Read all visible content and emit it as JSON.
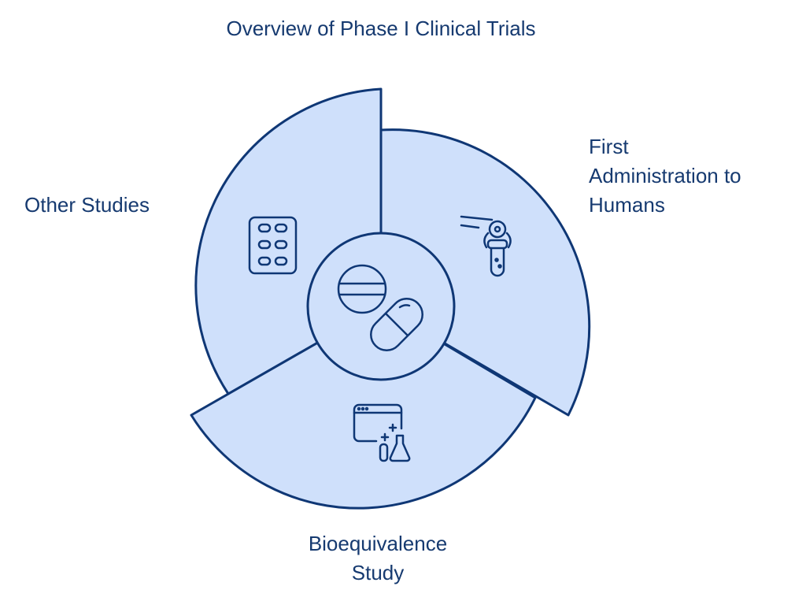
{
  "title": "Overview of Phase I Clinical Trials",
  "segments": [
    {
      "label_lines": [
        "First",
        "Administration to",
        "Humans"
      ],
      "icon": "robot-arm-test-tube-icon"
    },
    {
      "label_lines": [
        "Bioequivalence",
        "Study"
      ],
      "icon": "lab-browser-flask-icon"
    },
    {
      "label_lines": [
        "Other Studies"
      ],
      "icon": "pill-blister-pack-icon"
    }
  ],
  "center_icon": "pills-capsule-icon",
  "colors": {
    "fill": "#cfe0fb",
    "stroke": "#0f3775",
    "text": "#163a70"
  }
}
